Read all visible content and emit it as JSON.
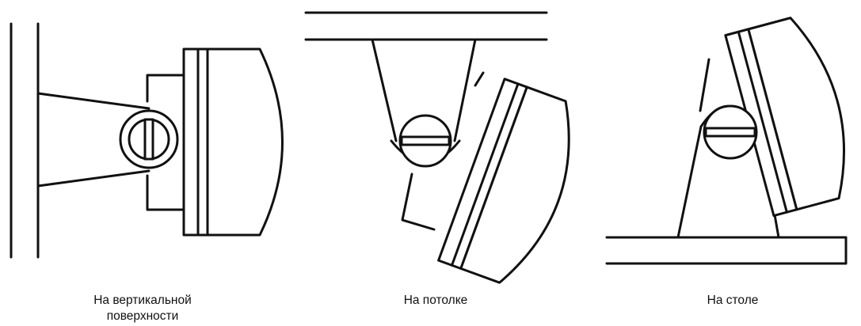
{
  "mounts": [
    {
      "id": "wall",
      "caption": "На вертикальной\nповерхности"
    },
    {
      "id": "ceiling",
      "caption": "На потолке"
    },
    {
      "id": "table",
      "caption": "На столе"
    }
  ],
  "colors": {
    "line": "#111111",
    "background": "#ffffff"
  }
}
